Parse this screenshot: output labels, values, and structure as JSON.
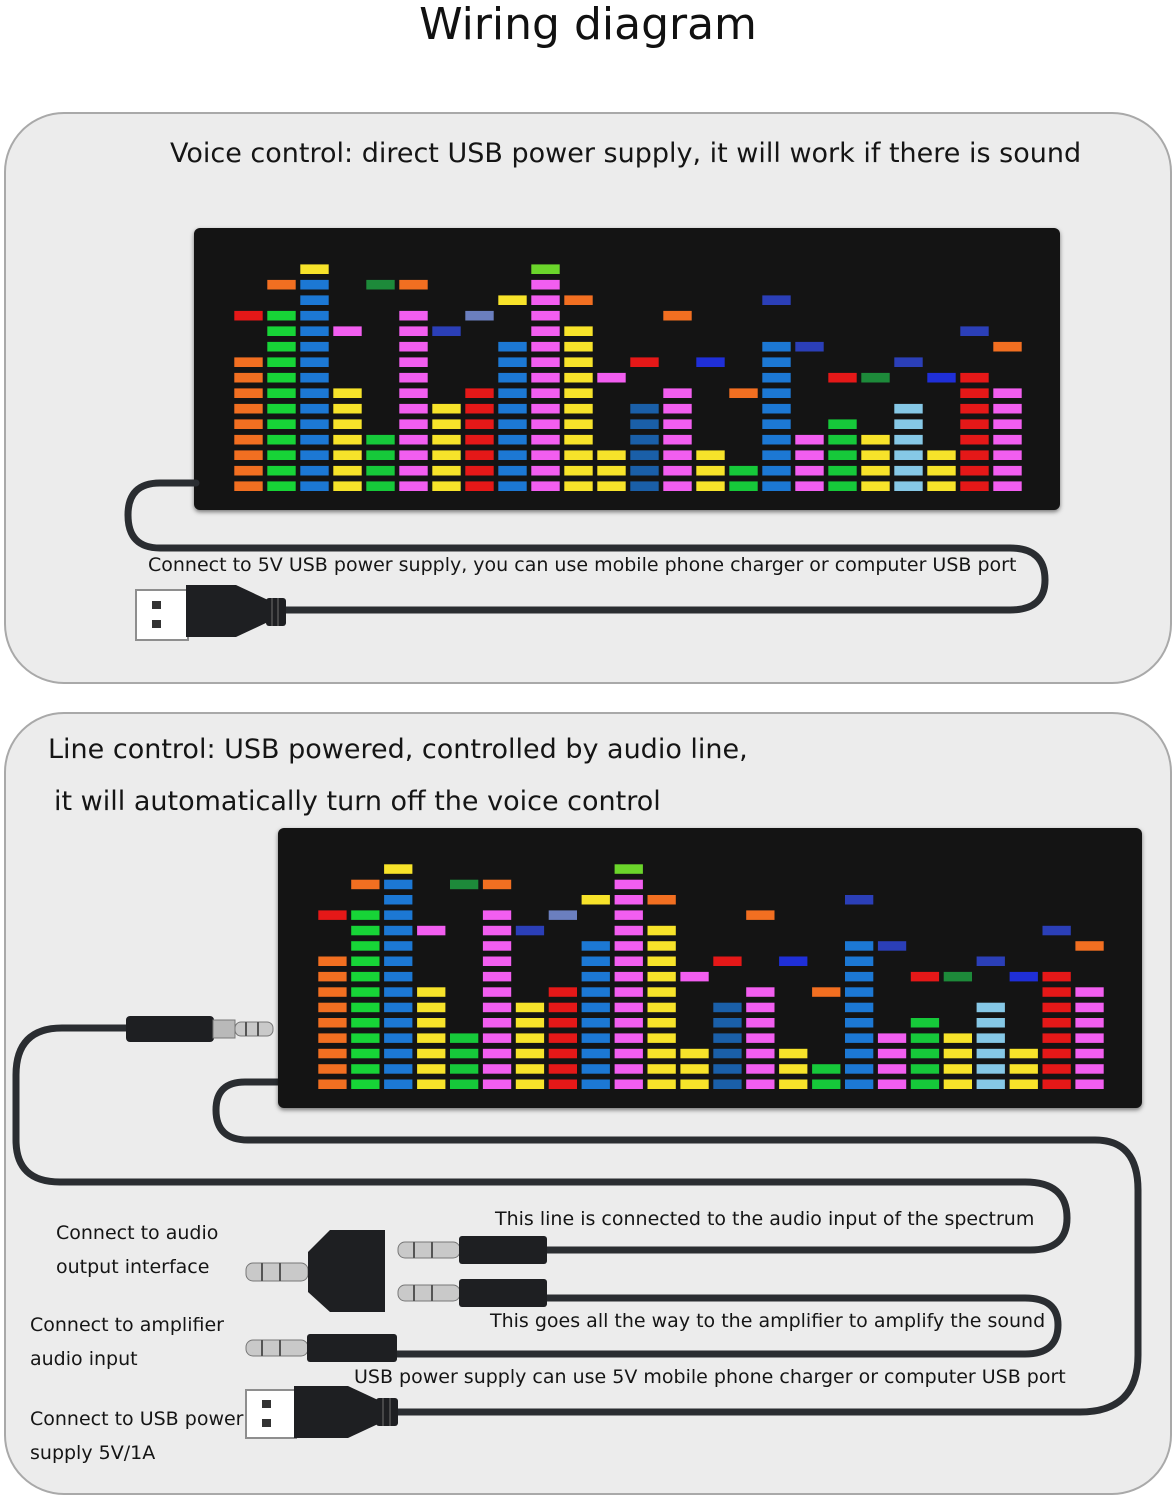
{
  "title": "Wiring diagram",
  "voice_panel": {
    "heading": "Voice control: direct USB power supply, it will work if there is sound",
    "usb_note": "Connect to 5V USB power supply, you can use mobile phone charger or computer USB port"
  },
  "line_panel": {
    "heading_line1": "Line control: USB powered, controlled by audio line,",
    "heading_line2": "it will automatically turn off the voice control",
    "audio_output_label": [
      "Connect to audio",
      "output interface"
    ],
    "amplifier_label": [
      "Connect to amplifier",
      "audio input"
    ],
    "usb_power_label": [
      "Connect to USB power",
      "supply 5V/1A"
    ],
    "spectrum_input_note": "This line is connected to the audio input of the spectrum",
    "amplifier_note": "This goes all the way to the amplifier to amplify the sound",
    "usb_note": "USB power supply can use 5V mobile phone charger or computer USB port"
  },
  "spectrum": {
    "rows": 16,
    "columns": [
      {
        "level": 9,
        "peak": 12,
        "color": "#f26f21"
      },
      {
        "level": 12,
        "peak": 14,
        "color": "#17d437"
      },
      {
        "level": 14,
        "peak": 15,
        "color": "#1c78d4"
      },
      {
        "level": 7,
        "peak": 11,
        "color": "#f7e32a"
      },
      {
        "level": 4,
        "peak": 14,
        "color": "#16c93a"
      },
      {
        "level": 12,
        "peak": 14,
        "color": "#f25ef0"
      },
      {
        "level": 6,
        "peak": 11,
        "color": "#f7e32a"
      },
      {
        "level": 7,
        "peak": 12,
        "color": "#e51818"
      },
      {
        "level": 10,
        "peak": 13,
        "color": "#1c78d4"
      },
      {
        "level": 14,
        "peak": 15,
        "color": "#f25ef0"
      },
      {
        "level": 11,
        "peak": 13,
        "color": "#f7e32a"
      },
      {
        "level": 3,
        "peak": 8,
        "color": "#f7e32a"
      },
      {
        "level": 6,
        "peak": 9,
        "color": "#1a5fa8"
      },
      {
        "level": 7,
        "peak": 12,
        "color": "#f25ef0"
      },
      {
        "level": 3,
        "peak": 9,
        "color": "#f7e32a"
      },
      {
        "level": 2,
        "peak": 7,
        "color": "#16c93a"
      },
      {
        "level": 10,
        "peak": 13,
        "color": "#1c78d4"
      },
      {
        "level": 4,
        "peak": 10,
        "color": "#f25ef0"
      },
      {
        "level": 5,
        "peak": 8,
        "color": "#16c93a"
      },
      {
        "level": 4,
        "peak": 8,
        "color": "#f7e32a"
      },
      {
        "level": 6,
        "peak": 9,
        "color": "#86c8e6"
      },
      {
        "level": 3,
        "peak": 8,
        "color": "#f7e32a"
      },
      {
        "level": 8,
        "peak": 11,
        "color": "#e51818"
      },
      {
        "level": 7,
        "peak": 10,
        "color": "#f25ef0"
      }
    ],
    "peak_colors": [
      "#e51818",
      "#f26f21",
      "#f7e32a",
      "#f25ef0",
      "#1d8a3a",
      "#f26f21",
      "#2b3fb8",
      "#6b7fbf",
      "#f7e32a",
      "#6bd52b",
      "#f26f21",
      "#f25ef0",
      "#e51818",
      "#f26f21",
      "#1f2fd8",
      "#f26f21",
      "#2b3fb8",
      "#2b3fb8",
      "#e51818",
      "#1d8a3a",
      "#2b3fb8",
      "#1f2fd8",
      "#2b3fb8",
      "#f26f21"
    ]
  },
  "colors": {
    "panel_bg": "#ececec",
    "panel_border": "#a9a9a9",
    "board_bg": "#141414",
    "cable": "#2a2d31"
  }
}
